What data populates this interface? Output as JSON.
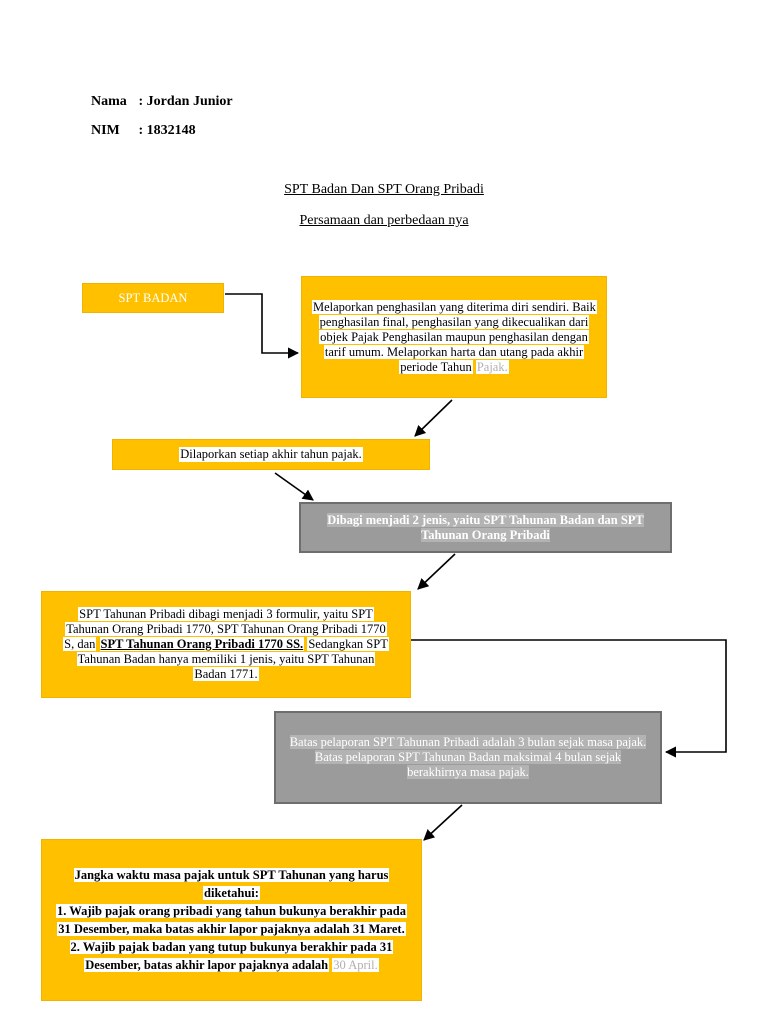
{
  "header": {
    "name_label": "Nama",
    "name_value": ": Jordan Junior",
    "nim_label": "NIM",
    "nim_value": ": 1832148"
  },
  "titles": {
    "main": "SPT Badan Dan SPT Orang Pribadi",
    "sub": "Persamaan dan perbedaan nya"
  },
  "boxes": {
    "spt_badan": "SPT BADAN",
    "box1_text": "Melaporkan penghasilan yang diterima diri sendiri. Baik penghasilan final, penghasilan yang dikecualikan dari objek Pajak Penghasilan maupun penghasilan dengan tarif umum. Melaporkan harta dan utang pada akhir periode Tahun",
    "box1_tail": "Pajak.",
    "box2_text": "Dilaporkan setiap akhir tahun pajak.",
    "box3_text": "Dibagi menjadi 2 jenis, yaitu SPT Tahunan Badan dan SPT Tahunan Orang Pribadi",
    "box4_a": "SPT Tahunan Pribadi dibagi menjadi 3 formulir, yaitu SPT Tahunan Orang Pribadi 1770, SPT Tahunan Orang Pribadi 1770 S, dan",
    "box4_b": "SPT Tahunan Orang Pribadi 1770 SS.",
    "box4_c": "Sedangkan SPT Tahunan Badan hanya memiliki 1 jenis, yaitu SPT Tahunan Badan 1771.",
    "box5_text": "Batas pelaporan SPT Tahunan Pribadi adalah 3 bulan sejak masa pajak. Batas pelaporan SPT Tahunan Badan maksimal 4 bulan sejak berakhirnya masa pajak.",
    "box6_line1": "Jangka waktu masa pajak untuk SPT Tahunan yang harus diketahui:",
    "box6_line2": "1. Wajib pajak orang pribadi yang tahun bukunya berakhir pada 31 Desember, maka batas akhir lapor pajaknya adalah 31 Maret.",
    "box6_line3": "2. Wajib pajak badan yang tutup bukunya berakhir pada 31 Desember, batas akhir lapor pajaknya adalah",
    "box6_tail": "30 April."
  },
  "colors": {
    "box_yellow": "#FFC000",
    "box_grey": "#9b9b9b",
    "connector": "#000000"
  }
}
